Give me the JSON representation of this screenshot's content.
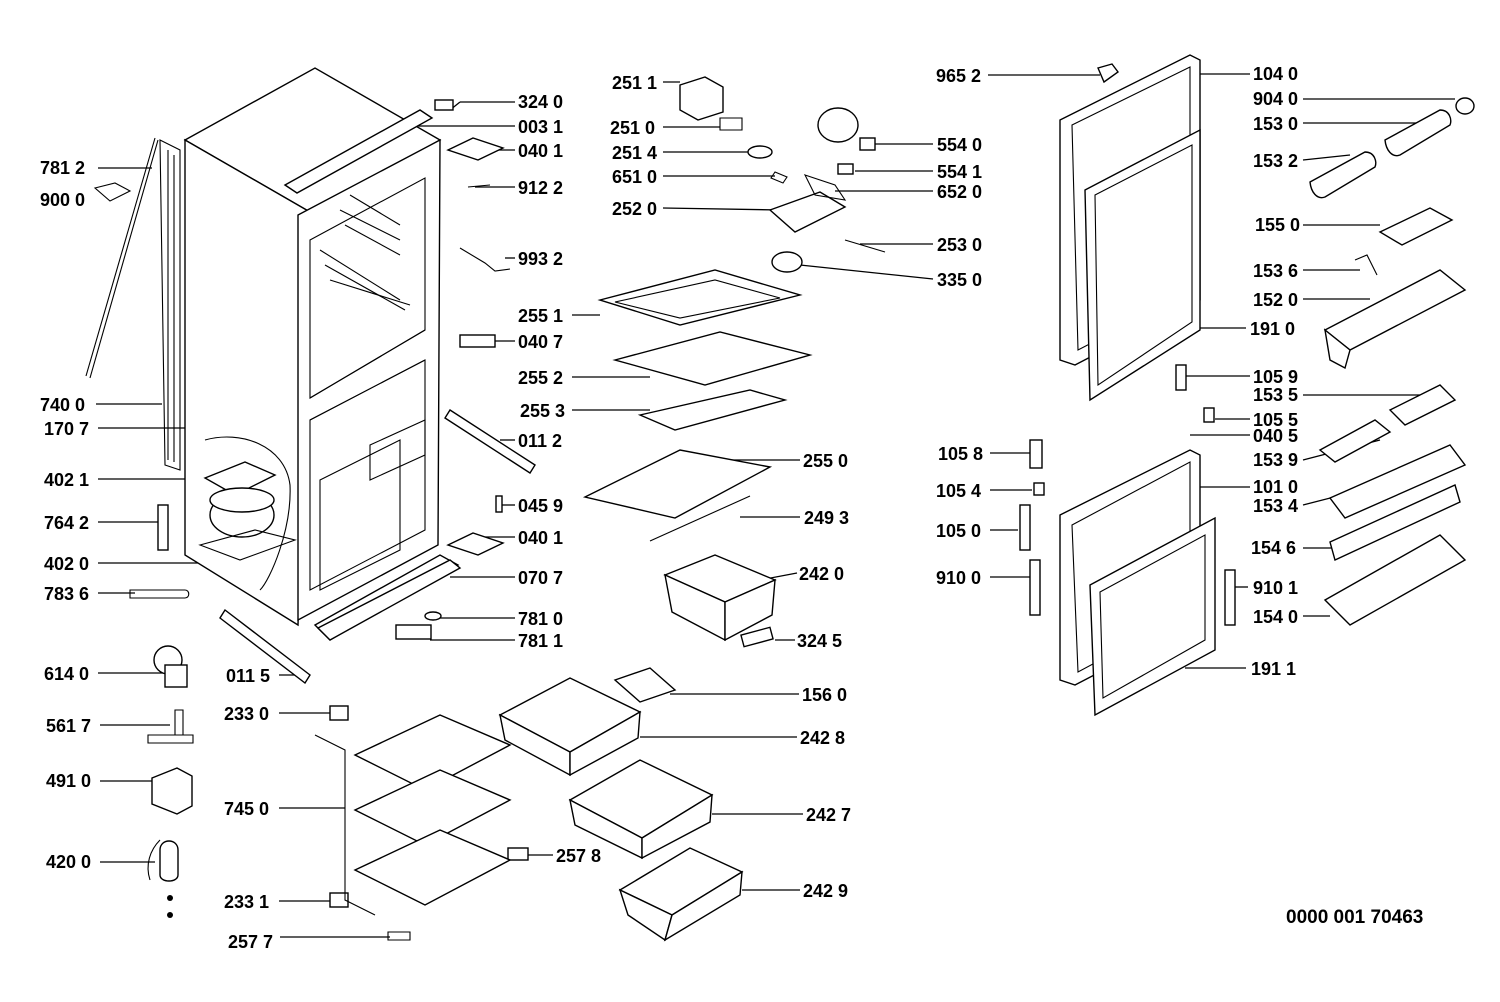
{
  "diagram": {
    "document_id": "0000 001 70463",
    "parts": [
      {
        "id": "p7812",
        "code": "781 2"
      },
      {
        "id": "p9000",
        "code": "900 0"
      },
      {
        "id": "p7400",
        "code": "740 0"
      },
      {
        "id": "p1707",
        "code": "170 7"
      },
      {
        "id": "p4021",
        "code": "402 1"
      },
      {
        "id": "p7642",
        "code": "764 2"
      },
      {
        "id": "p4020",
        "code": "402 0"
      },
      {
        "id": "p7836",
        "code": "783 6"
      },
      {
        "id": "p6140",
        "code": "614 0"
      },
      {
        "id": "p5617",
        "code": "561 7"
      },
      {
        "id": "p4910",
        "code": "491 0"
      },
      {
        "id": "p4200",
        "code": "420 0"
      },
      {
        "id": "p3240",
        "code": "324 0"
      },
      {
        "id": "p0031",
        "code": "003 1"
      },
      {
        "id": "p0401a",
        "code": "040 1"
      },
      {
        "id": "p9122",
        "code": "912 2"
      },
      {
        "id": "p9932",
        "code": "993 2"
      },
      {
        "id": "p0407",
        "code": "040 7"
      },
      {
        "id": "p0112",
        "code": "011 2"
      },
      {
        "id": "p0459",
        "code": "045 9"
      },
      {
        "id": "p0401b",
        "code": "040 1"
      },
      {
        "id": "p0707",
        "code": "070 7"
      },
      {
        "id": "p7810",
        "code": "781 0"
      },
      {
        "id": "p7811",
        "code": "781 1"
      },
      {
        "id": "p0115",
        "code": "011 5"
      },
      {
        "id": "p2330",
        "code": "233 0"
      },
      {
        "id": "p7450",
        "code": "745 0"
      },
      {
        "id": "p2331",
        "code": "233 1"
      },
      {
        "id": "p2577",
        "code": "257 7"
      },
      {
        "id": "p2511",
        "code": "251 1"
      },
      {
        "id": "p2510",
        "code": "251 0"
      },
      {
        "id": "p2514",
        "code": "251 4"
      },
      {
        "id": "p6510",
        "code": "651 0"
      },
      {
        "id": "p2520",
        "code": "252 0"
      },
      {
        "id": "p5540",
        "code": "554 0"
      },
      {
        "id": "p5541",
        "code": "554 1"
      },
      {
        "id": "p6520",
        "code": "652 0"
      },
      {
        "id": "p2530",
        "code": "253 0"
      },
      {
        "id": "p3350",
        "code": "335 0"
      },
      {
        "id": "p2551",
        "code": "255 1"
      },
      {
        "id": "p2552",
        "code": "255 2"
      },
      {
        "id": "p2553",
        "code": "255 3"
      },
      {
        "id": "p2550",
        "code": "255 0"
      },
      {
        "id": "p2493",
        "code": "249 3"
      },
      {
        "id": "p2420",
        "code": "242 0"
      },
      {
        "id": "p3245",
        "code": "324 5"
      },
      {
        "id": "p1560",
        "code": "156 0"
      },
      {
        "id": "p2428",
        "code": "242 8"
      },
      {
        "id": "p2427",
        "code": "242 7"
      },
      {
        "id": "p2578",
        "code": "257 8"
      },
      {
        "id": "p2429",
        "code": "242 9"
      },
      {
        "id": "p9652",
        "code": "965 2"
      },
      {
        "id": "p1040",
        "code": "104 0"
      },
      {
        "id": "p9040",
        "code": "904 0"
      },
      {
        "id": "p1530",
        "code": "153 0"
      },
      {
        "id": "p1532",
        "code": "153 2"
      },
      {
        "id": "p1550",
        "code": "155 0"
      },
      {
        "id": "p1536",
        "code": "153 6"
      },
      {
        "id": "p1520",
        "code": "152 0"
      },
      {
        "id": "p1910",
        "code": "191 0"
      },
      {
        "id": "p1059",
        "code": "105 9"
      },
      {
        "id": "p1535",
        "code": "153 5"
      },
      {
        "id": "p1055",
        "code": "105 5"
      },
      {
        "id": "p0405",
        "code": "040 5"
      },
      {
        "id": "p1058",
        "code": "105 8"
      },
      {
        "id": "p1539",
        "code": "153 9"
      },
      {
        "id": "p1054",
        "code": "105 4"
      },
      {
        "id": "p1010",
        "code": "101 0"
      },
      {
        "id": "p1534",
        "code": "153 4"
      },
      {
        "id": "p1050",
        "code": "105 0"
      },
      {
        "id": "p1546",
        "code": "154 6"
      },
      {
        "id": "p9100",
        "code": "910 0"
      },
      {
        "id": "p9101",
        "code": "910 1"
      },
      {
        "id": "p1540",
        "code": "154 0"
      },
      {
        "id": "p1911",
        "code": "191 1"
      }
    ]
  }
}
